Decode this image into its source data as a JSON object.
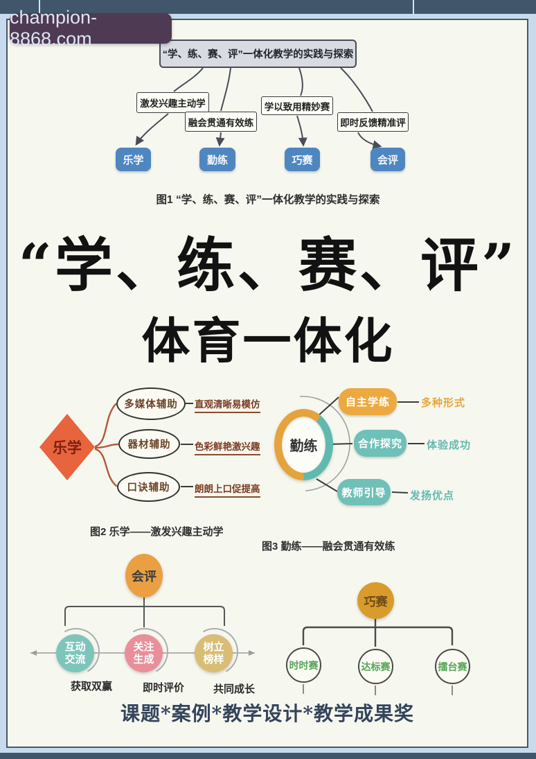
{
  "watermark": "champion-8868.com",
  "colors": {
    "frame_bar": "#41566b",
    "page_margin": "#c8daee",
    "paper": "#f6f7ee",
    "watermark_bg": "#4e3a52",
    "node_blue": "#4e86c0",
    "diamond_orange": "#e8643c",
    "ring_gold": "#e5a33c",
    "ring_teal": "#5fb9af",
    "circle_orange": "#eb9f43",
    "circle_teal": "#7dc5bb",
    "circle_pink": "#e98f9a",
    "circle_tan": "#d9bd74",
    "circle_gold": "#d99b2b",
    "green_text": "#56a556"
  },
  "fig1": {
    "root": "“学、练、赛、评”一体化教学的实践与探索",
    "branches": [
      {
        "label": "激发兴趣主动学",
        "node": "乐学"
      },
      {
        "label": "融会贯通有效练",
        "node": "勤练"
      },
      {
        "label": "学以致用精妙赛",
        "node": "巧赛"
      },
      {
        "label": "即时反馈精准评",
        "node": "会评"
      }
    ],
    "caption": "图1 “学、练、赛、评”一体化教学的实践与探索"
  },
  "title": {
    "line1": "“学、练、赛、评”",
    "line2": "体育一体化"
  },
  "fig2": {
    "center": "乐学",
    "items": [
      {
        "label": "多媒体辅助",
        "desc": "直观清晰易模仿"
      },
      {
        "label": "器材辅助",
        "desc": "色彩鲜艳激兴趣"
      },
      {
        "label": "口诀辅助",
        "desc": "朗朗上口促提高"
      }
    ],
    "caption": "图2 乐学——激发兴趣主动学"
  },
  "fig3": {
    "center": "勤练",
    "items": [
      {
        "label": "自主学练",
        "desc": "多种形式"
      },
      {
        "label": "合作探究",
        "desc": "体验成功"
      },
      {
        "label": "教师引导",
        "desc": "发扬优点"
      }
    ],
    "caption": "图3 勤练——融会贯通有效练"
  },
  "fig4": {
    "center": "会评",
    "items": [
      {
        "line1": "互动",
        "line2": "交流",
        "desc": "获取双赢"
      },
      {
        "line1": "关注",
        "line2": "生成",
        "desc": "即时评价"
      },
      {
        "line1": "树立",
        "line2": "榜样",
        "desc": "共同成长"
      }
    ]
  },
  "fig5": {
    "center": "巧赛",
    "items": [
      "时时赛",
      "达标赛",
      "擂台赛"
    ]
  },
  "footer": {
    "text": "课题*案例*教学设计*教学成果奖"
  }
}
